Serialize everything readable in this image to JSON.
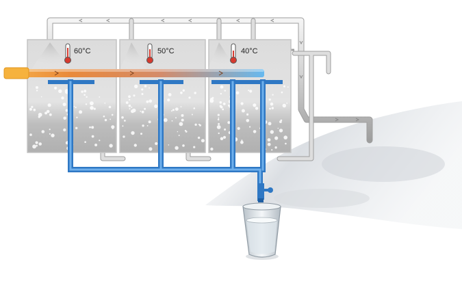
{
  "chambers": [
    {
      "temperature_label": "60°C"
    },
    {
      "temperature_label": "50°C"
    },
    {
      "temperature_label": "40°C"
    }
  ],
  "colors": {
    "steam_pipe": "#c9c9c9",
    "water_pipe": "#3f86d2",
    "heat_pipe_hot": "#f29a3a",
    "heat_pipe_cool": "#6fb8e8",
    "chamber_glass": "#d2d2d2",
    "thermometer_red": "#d63a2f"
  },
  "icons": {
    "thermometer": "thermometer-icon",
    "spray_nozzle": "spray-nozzle-icon",
    "tap": "tap-icon",
    "glass": "water-glass-icon",
    "coil": "condenser-coil-icon"
  }
}
